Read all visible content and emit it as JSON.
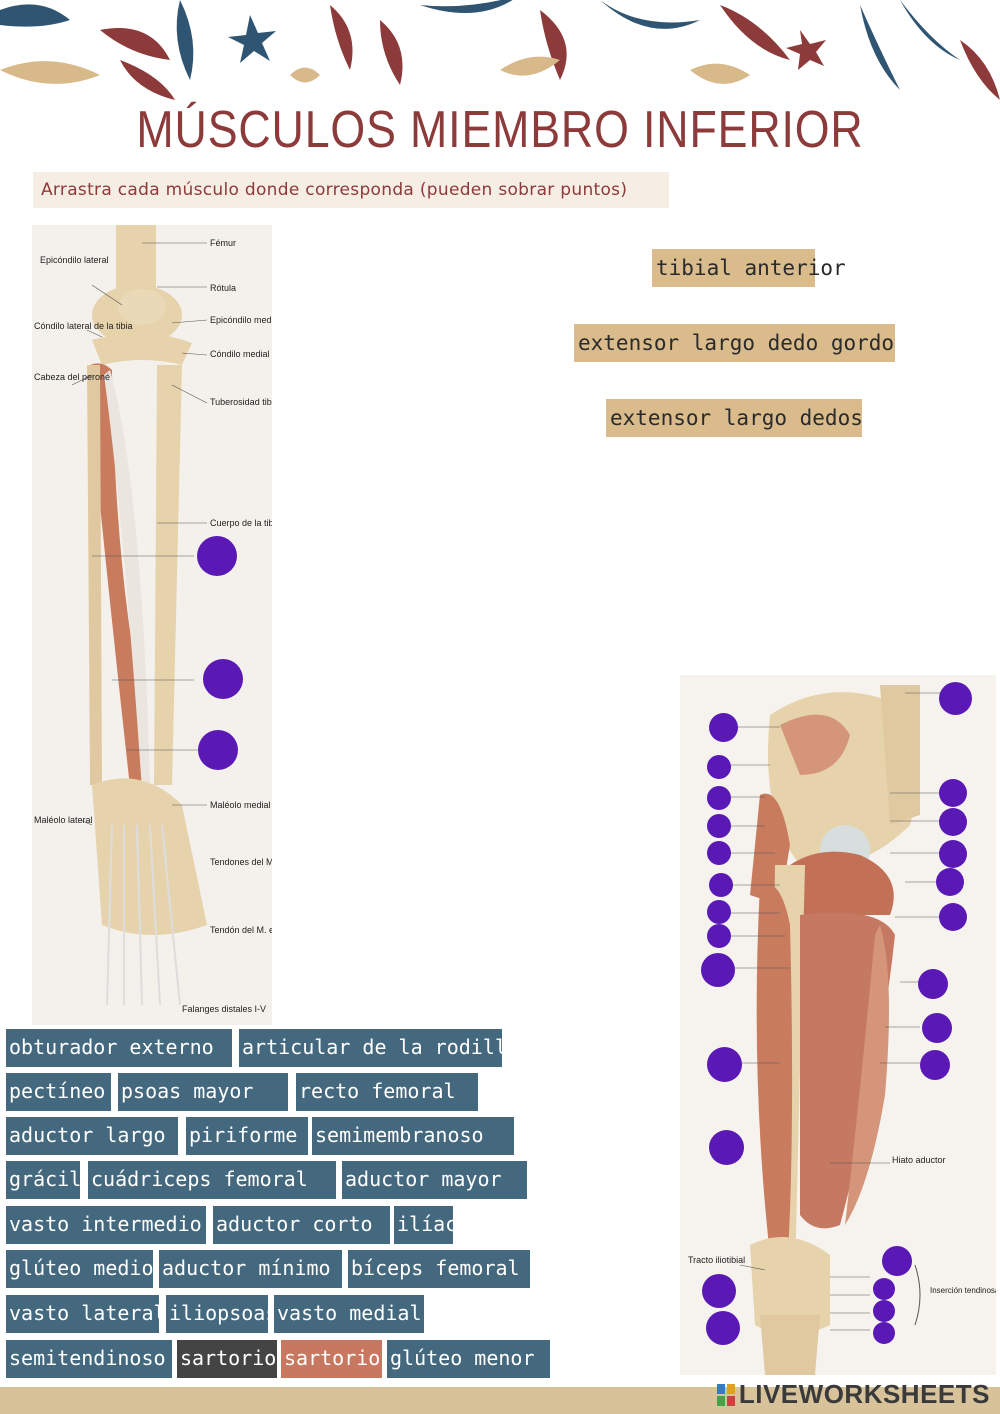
{
  "header": {
    "title": "MÚSCULOS MIEMBRO INFERIOR",
    "instructions": "Arrastra cada músculo donde corresponda (pueden sobrar puntos)"
  },
  "leg_figure": {
    "labels": [
      "Fémur",
      "Epicóndilo lateral",
      "Rótula",
      "Epicóndilo medial",
      "Cóndilo lateral de la tibia",
      "Cóndilo medial de la tibia",
      "Cabeza del peroné",
      "Tuberosidad tibial",
      "Cuerpo de la tibia",
      "Maléolo medial",
      "Maléolo lateral",
      "Tendones del M. extensor largo de los dedos",
      "Tendón del M. extensor largo del dedo gordo",
      "Falanges distales I-V"
    ]
  },
  "thigh_figure": {
    "labels": [
      "Hiato aductor",
      "Tracto iliotibial",
      "Inserción tendinosa común (pata de ganso superficial)"
    ]
  },
  "placed_labels": [
    "tibial anterior",
    "extensor largo dedo gordo",
    "extensor largo dedos"
  ],
  "word_bank": [
    [
      "obturador externo",
      "articular de la rodilla"
    ],
    [
      "pectíneo",
      "psoas mayor",
      "recto femoral"
    ],
    [
      "aductor largo",
      "piriforme",
      "semimembranoso"
    ],
    [
      "grácil",
      "cuádriceps femoral",
      "aductor mayor"
    ],
    [
      "vasto intermedio",
      "aductor corto",
      "ilíaco"
    ],
    [
      "glúteo medio",
      "aductor mínimo",
      "bíceps femoral"
    ],
    [
      "vasto lateral",
      "iliopsoas",
      "vasto medial"
    ],
    [
      "semitendinoso",
      "sartorio",
      "sartorio",
      "glúteo menor"
    ]
  ],
  "footer": {
    "brand": "LIVEWORKSHEETS"
  },
  "colors": {
    "title": "#8c3a3a",
    "chip": "#44697f",
    "drop_dot": "#5a19b5",
    "placed_label": "#d9bb8c",
    "footer": "#d7c29a"
  }
}
